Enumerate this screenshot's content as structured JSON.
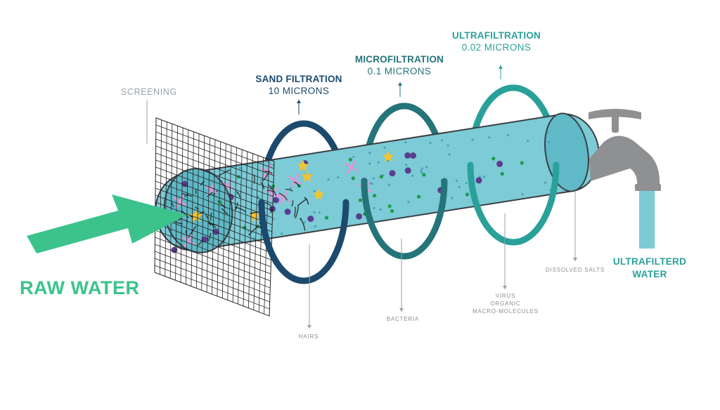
{
  "colors": {
    "green": "#3cc38c",
    "navy": "#1b4a6e",
    "teal_dark": "#24747a",
    "teal": "#2aa09a",
    "water": "#7ccbd6",
    "water_dark": "#5fb9c6",
    "pipe_outline": "#3a3f44",
    "grey_text": "#9aa0a6",
    "tap": "#8e9092",
    "purple": "#5b3d8f",
    "dot_green": "#1f9a4e",
    "pink": "#d99ad6",
    "yellow": "#f1c232",
    "hair": "#222222"
  },
  "labels": {
    "screening": "SCREENING",
    "sand_title": "SAND FILTRATION",
    "sand_sub": "10 MICRONS",
    "micro_title": "MICROFILTRATION",
    "micro_sub": "0.1 MICRONS",
    "ultra_title": "ULTRAFILTRATION",
    "ultra_sub": "0.02 MICRONS",
    "raw_water": "RAW WATER",
    "out_line1": "ULTRAFILTERD",
    "out_line2": "WATER",
    "hairs": "HAIRS",
    "bacteria": "BACTERIA",
    "virus_line1": "VIRUS",
    "virus_line2": "ORGANIC",
    "virus_line3": "MACRO-MOLECULES",
    "dissolved_salts": "DISSOLVED SALTS"
  }
}
